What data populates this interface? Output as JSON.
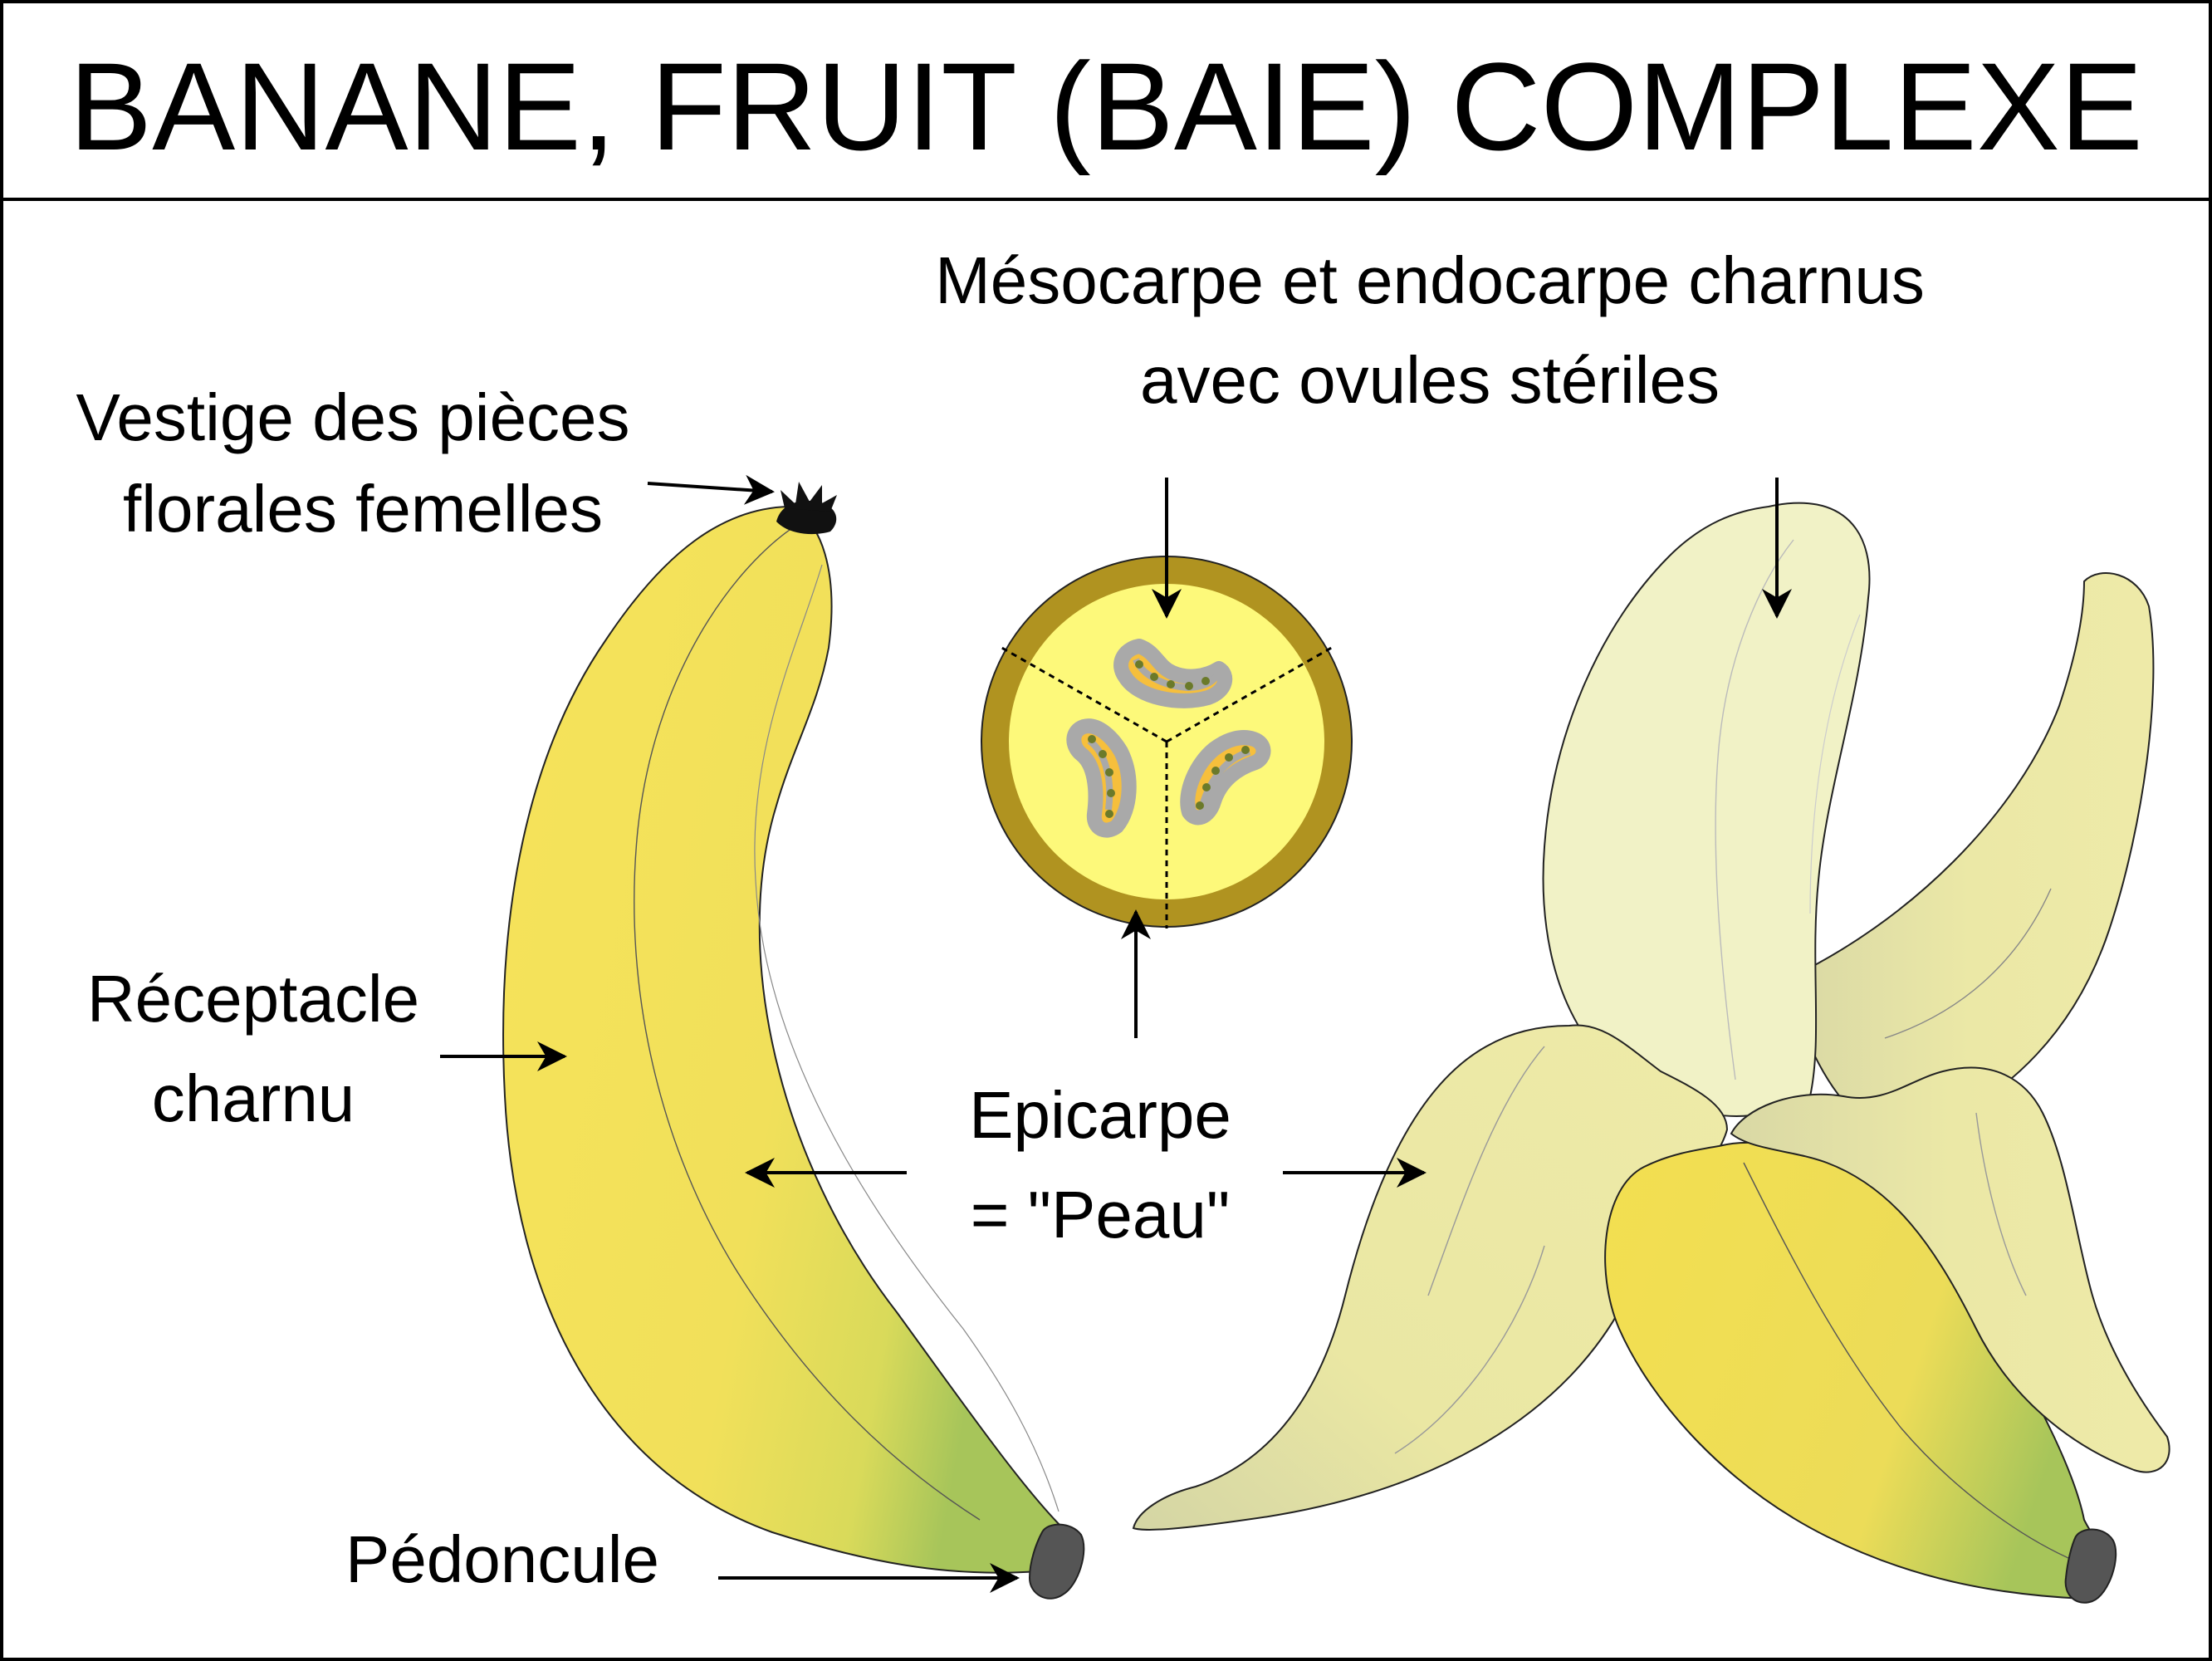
{
  "diagram": {
    "title": "BANANE, FRUIT (BAIE) COMPLEXE",
    "labels": {
      "vestige_line1": "Vestige des pièces",
      "vestige_line2": "florales femelles",
      "mesocarpe_line1": "Mésocarpe et endocarpe charnus",
      "mesocarpe_line2": "avec ovules stériles",
      "receptacle_line1": "Réceptacle",
      "receptacle_line2": "charnu",
      "epicarpe_line1": "Epicarpe",
      "epicarpe_line2": "= \"Peau\"",
      "pedoncule": "Pédoncule"
    }
  },
  "colors": {
    "banana_yellow": "#f3df50",
    "banana_green_tip": "#a7c55a",
    "peeled_flesh": "#f1f2c6",
    "peel_inside": "#ebe7a2",
    "section_rim": "#b09320",
    "section_flesh": "#fdf97a",
    "ovule_orange": "#f6bf3c",
    "ovule_grey": "#a9a9a9",
    "stem_grey": "#555555"
  }
}
